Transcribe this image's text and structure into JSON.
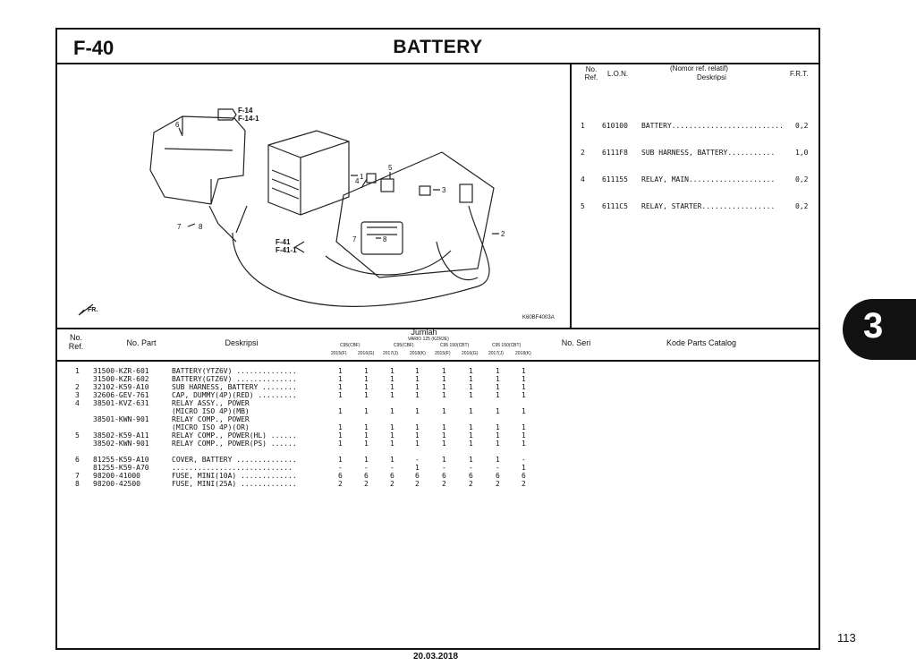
{
  "header": {
    "code": "F-40",
    "title": "BATTERY"
  },
  "figure": {
    "refs": [
      "F-14",
      "F-14-1",
      "F-41",
      "F-41-1"
    ],
    "callouts": [
      "1",
      "2",
      "3",
      "4",
      "5",
      "6",
      "7",
      "7",
      "8",
      "8"
    ],
    "front_label": "FR.",
    "figure_code": "K60BF4003A"
  },
  "ref_table": {
    "col_no": "No. Ref.",
    "col_lon": "L.O.N.",
    "col_desc_note": "(Nomor ref. relatif)",
    "col_desc": "Deskripsi",
    "col_frt": "F.R.T.",
    "rows": [
      {
        "no": "1",
        "lon": "610100",
        "desc": "BATTERY..........................",
        "frt": "0,2"
      },
      {
        "no": "2",
        "lon": "6111F8",
        "desc": "SUB HARNESS, BATTERY...........",
        "frt": "1,0"
      },
      {
        "no": "4",
        "lon": "611155",
        "desc": "RELAY, MAIN....................",
        "frt": "0,2"
      },
      {
        "no": "5",
        "lon": "6111C5",
        "desc": "RELAY, STARTER.................",
        "frt": "0,2"
      }
    ]
  },
  "parts_header": {
    "no_ref": "No. Ref.",
    "no_part": "No. Part",
    "deskripsi": "Deskripsi",
    "jumlah": "Jumlah",
    "model_group": "VARIO 125 (KZR2E)",
    "sub_models": [
      "C95(CBF)",
      "C95(CBF)",
      "C95 150(CBT)",
      "C95 150(CBT)"
    ],
    "years": [
      "2015(F)",
      "2016(G)",
      "2017(J)",
      "2018(K)",
      "2015(F)",
      "2016(G)",
      "2017(J)",
      "2018(K)"
    ],
    "no_seri": "No. Seri",
    "kode": "Kode Parts Catalog"
  },
  "parts": [
    {
      "ref": "1",
      "part": "31500-KZR-601",
      "desc": "BATTERY(YTZ6V) ..............",
      "q": [
        "1",
        "1",
        "1",
        "1",
        "1",
        "1",
        "1",
        "1"
      ]
    },
    {
      "ref": "",
      "part": "31500-KZR-602",
      "desc": "BATTERY(GTZ6V) ..............",
      "q": [
        "1",
        "1",
        "1",
        "1",
        "1",
        "1",
        "1",
        "1"
      ]
    },
    {
      "ref": "2",
      "part": "32102-K59-A10",
      "desc": "SUB HARNESS, BATTERY ........",
      "q": [
        "1",
        "1",
        "1",
        "1",
        "1",
        "1",
        "1",
        "1"
      ]
    },
    {
      "ref": "3",
      "part": "32606-GEV-761",
      "desc": "CAP, DUMMY(4P)(RED) .........",
      "q": [
        "1",
        "1",
        "1",
        "1",
        "1",
        "1",
        "1",
        "1"
      ]
    },
    {
      "ref": "4",
      "part": "38501-KVZ-631",
      "desc": "RELAY ASSY., POWER",
      "q": [
        "",
        "",
        "",
        "",
        "",
        "",
        "",
        ""
      ]
    },
    {
      "ref": "",
      "part": "",
      "desc": "      (MICRO ISO 4P)(MB)",
      "q": [
        "1",
        "1",
        "1",
        "1",
        "1",
        "1",
        "1",
        "1"
      ]
    },
    {
      "ref": "",
      "part": "38501-KWN-901",
      "desc": "RELAY COMP., POWER",
      "q": [
        "",
        "",
        "",
        "",
        "",
        "",
        "",
        ""
      ]
    },
    {
      "ref": "",
      "part": "",
      "desc": "      (MICRO ISO 4P)(OR)",
      "q": [
        "1",
        "1",
        "1",
        "1",
        "1",
        "1",
        "1",
        "1"
      ]
    },
    {
      "ref": "5",
      "part": "38502-K59-A11",
      "desc": "RELAY COMP., POWER(HL) ......",
      "q": [
        "1",
        "1",
        "1",
        "1",
        "1",
        "1",
        "1",
        "1"
      ]
    },
    {
      "ref": "",
      "part": "38502-KWN-901",
      "desc": "RELAY COMP., POWER(PS) ......",
      "q": [
        "1",
        "1",
        "1",
        "1",
        "1",
        "1",
        "1",
        "1"
      ]
    },
    {
      "ref": "",
      "part": "",
      "desc": "",
      "q": [
        "",
        "",
        "",
        "",
        "",
        "",
        "",
        ""
      ]
    },
    {
      "ref": "6",
      "part": "81255-K59-A10",
      "desc": "COVER, BATTERY ..............",
      "q": [
        "1",
        "1",
        "1",
        "-",
        "1",
        "1",
        "1",
        "-"
      ]
    },
    {
      "ref": "",
      "part": "81255-K59-A70",
      "desc": " ............................",
      "q": [
        "-",
        "-",
        "-",
        "1",
        "-",
        "-",
        "-",
        "1"
      ]
    },
    {
      "ref": "7",
      "part": "98200-41000",
      "desc": "FUSE, MINI(10A) .............",
      "q": [
        "6",
        "6",
        "6",
        "6",
        "6",
        "6",
        "6",
        "6"
      ]
    },
    {
      "ref": "8",
      "part": "98200-42500",
      "desc": "FUSE, MINI(25A) .............",
      "q": [
        "2",
        "2",
        "2",
        "2",
        "2",
        "2",
        "2",
        "2"
      ]
    }
  ],
  "side_tab": "3",
  "page_number": "113",
  "date": "20.03.2018"
}
